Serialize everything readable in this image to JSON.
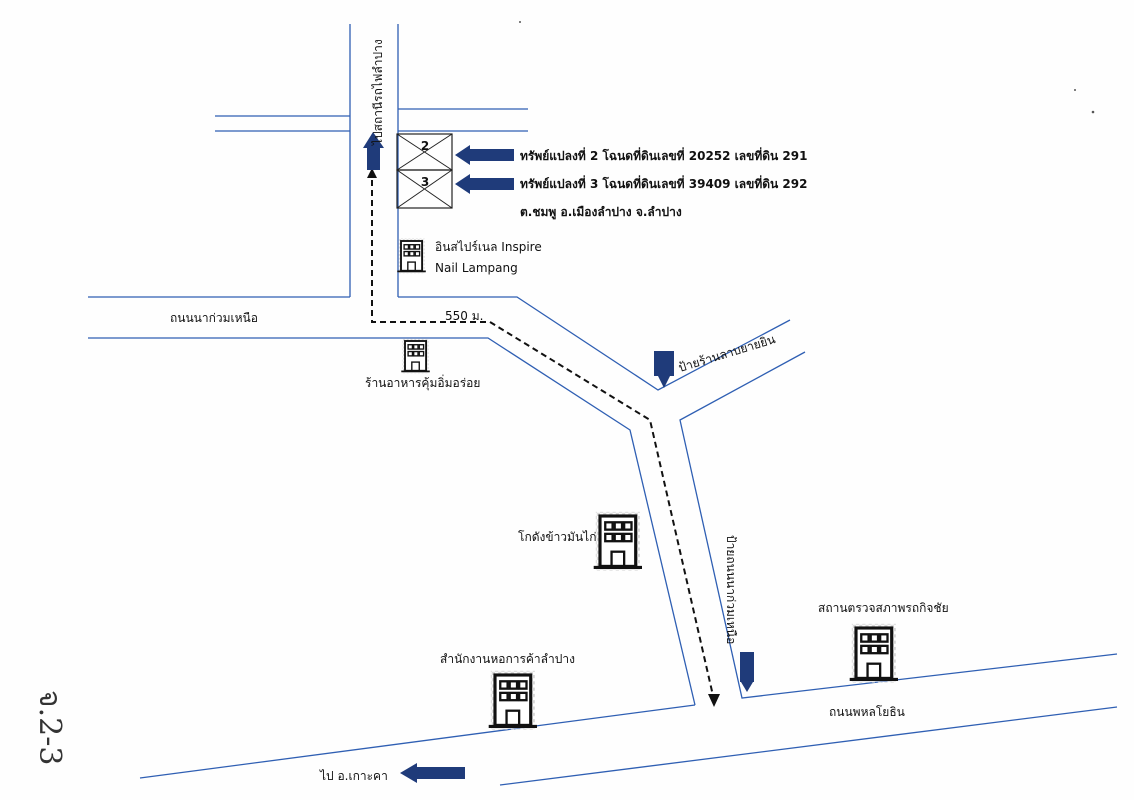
{
  "parcels": [
    {
      "number": "2",
      "info": "ทรัพย์แปลงที่  2  โฉนดที่ดินเลขที่   20252   เลขที่ดิน   291"
    },
    {
      "number": "3",
      "info": "ทรัพย์แปลงที่  3  โฉนดที่ดินเลขที่   39409   เลขที่ดิน   292"
    }
  ],
  "location": "ต.ชมพู   อ.เมืองลำปาง   จ.ลำปาง",
  "labels": {
    "to_lampang_station": "ไปสถานีรถไฟลำปาง",
    "na_kuam_nuea_road": "ถนนนาก่วมเหนือ",
    "distance": "550  ม.",
    "phahon_yothin_road": "ถนนพหลโยธิน",
    "yai_yin_sign": "ป้ายร้านลาบยายยิน",
    "na_kuam_nuea_sign": "ป้ายถนนนาก่วมเหนือ",
    "to_ko_kha": "ไป อ.เกาะคา"
  },
  "landmarks": {
    "inspire": {
      "line1": "อินสไปร์เนล Inspire",
      "line2": "Nail Lampang"
    },
    "restaurant": "ร้านอาหารคุ้มอิ่มอร่อย",
    "warehouse": "โกดังข้าวมันไก่",
    "commerce_office": "สำนักงานหอการค้าลำปาง",
    "inspection_station": "สถานตรวจสภาพรถกิจชัย"
  },
  "handwritten_mark": "จ.2-3",
  "colors": {
    "road": "#2f5fb3",
    "arrow": "#1f3b7a",
    "route": "#111111"
  }
}
